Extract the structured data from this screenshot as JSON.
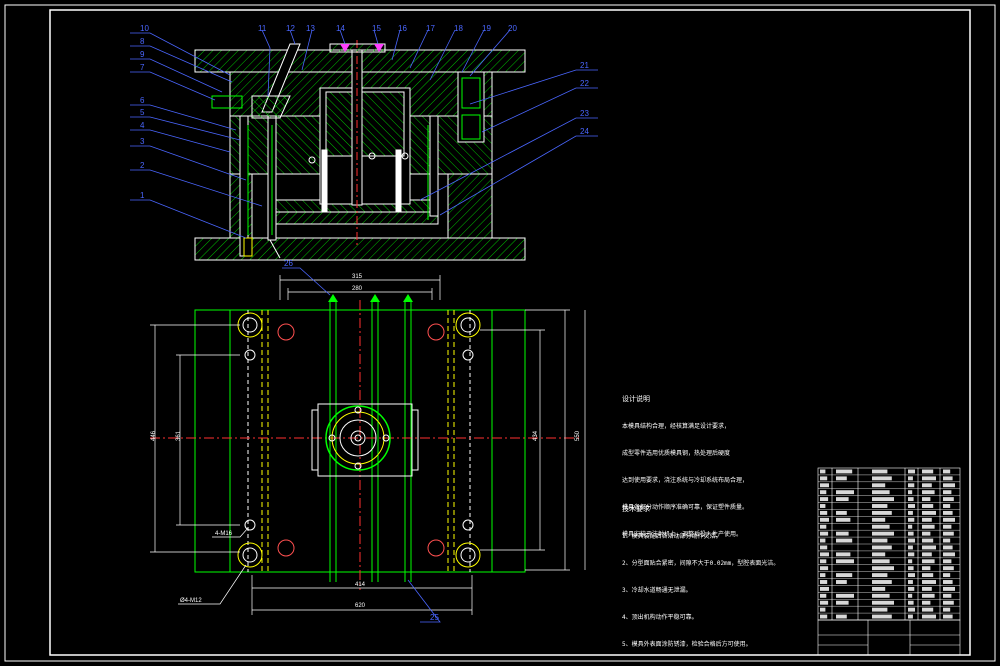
{
  "colors": {
    "background": "#000000",
    "outline": "#ffffff",
    "hatch": "#00d000",
    "part": "#00ff00",
    "hidden": "#ffff00",
    "center": "#ff3030",
    "leader": "#4a66ff",
    "cyan": "#00ffff",
    "magenta": "#ff40ff"
  },
  "balloons_section": [
    "10",
    "8",
    "9",
    "7",
    "6",
    "5",
    "4",
    "3",
    "2",
    "1",
    "11",
    "12",
    "13",
    "14",
    "15",
    "16",
    "17",
    "18",
    "19",
    "20",
    "21",
    "22",
    "23",
    "24"
  ],
  "balloons_plan": [
    "25",
    "26"
  ],
  "dims": {
    "top_outer": "315",
    "top_inner": "280",
    "bottom_inner": "414",
    "bottom_outer": "620",
    "left_outer": "446",
    "left_inner": "361",
    "right_inner": "434",
    "right_outer": "550"
  },
  "callouts": {
    "hole_small": "4-M16",
    "hole_large": "Ø4-M12"
  },
  "notes1": {
    "title": "设计说明",
    "lines": [
      "本模具结构合理，经核算满足设计要求，",
      "成型零件选用优质模具钢，热处理后硬度",
      "达到使用要求，浇注系统与冷却系统布局合理，",
      "模具各部分动作顺序准确可靠，保证塑件质量。",
      "模具安装于注射机上，调整后投入生产使用。"
    ]
  },
  "notes2": {
    "title": "技术要求",
    "lines": [
      "1、模具装配后各活动部分动作灵活。",
      "2、分型面贴合紧密，间隙不大于0.02mm，型腔表面光洁。",
      "3、冷却水道畅通无泄漏。",
      "4、顶出机构动作平稳可靠。",
      "5、模具外表面涂防锈漆，检验合格后方可使用。"
    ]
  },
  "table_rows": 22
}
